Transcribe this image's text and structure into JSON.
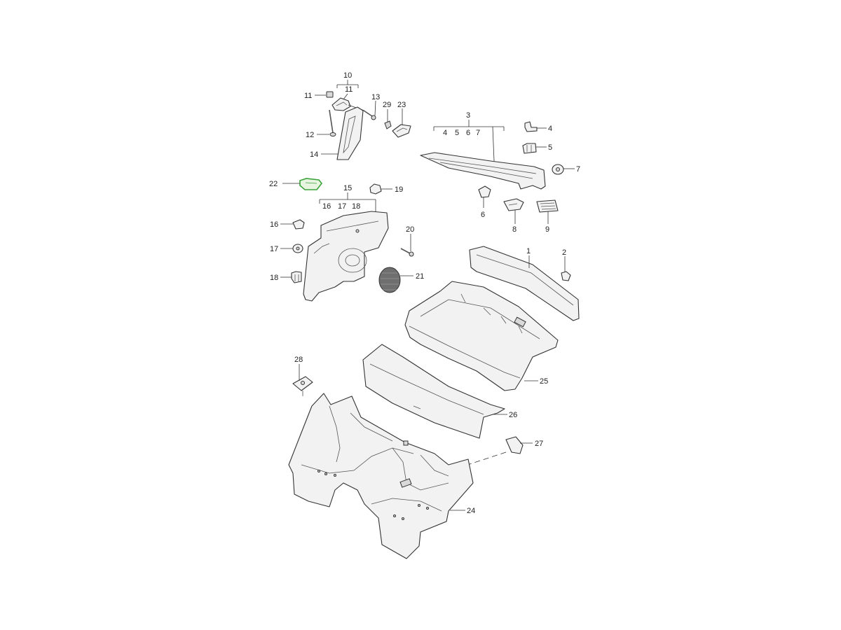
{
  "diagram": {
    "highlight_color": "#3aa33a",
    "callouts": {
      "p1": "1",
      "p2": "2",
      "p3": "3",
      "p4": "4",
      "p5": "5",
      "p6": "6",
      "p7": "7",
      "p8": "8",
      "p9": "9",
      "p10": "10",
      "p11": "11",
      "p12": "12",
      "p13": "13",
      "p14": "14",
      "p15": "15",
      "p16": "16",
      "p17": "17",
      "p18": "18",
      "p19": "19",
      "p20": "20",
      "p21": "21",
      "p22": "22",
      "p23": "23",
      "p24": "24",
      "p25": "25",
      "p26": "26",
      "p27": "27",
      "p28": "28",
      "p29": "29"
    },
    "group_10": {
      "head": "10",
      "subs": [
        "11"
      ]
    },
    "group_3": {
      "head": "3",
      "subs": [
        "4",
        "5",
        "6",
        "7"
      ]
    },
    "group_15": {
      "head": "15",
      "subs": [
        "16",
        "17",
        "18"
      ]
    },
    "highlighted_part": "22"
  }
}
